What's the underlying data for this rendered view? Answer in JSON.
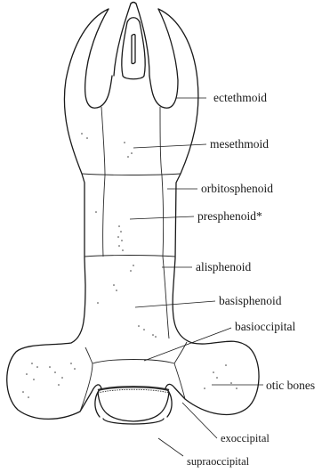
{
  "labels": {
    "ectethmoid": "ectethmoid",
    "mesethmoid": "mesethmoid",
    "orbitosphenoid": "orbitosphenoid",
    "presphenoid": "presphenoid*",
    "alisphenoid": "alisphenoid",
    "basisphenoid": "basisphenoid",
    "basioccipital": "basioccipital",
    "otic_bones": "otic bones",
    "exoccipital": "exoccipital",
    "supraoccipital": "supraoccipital"
  }
}
